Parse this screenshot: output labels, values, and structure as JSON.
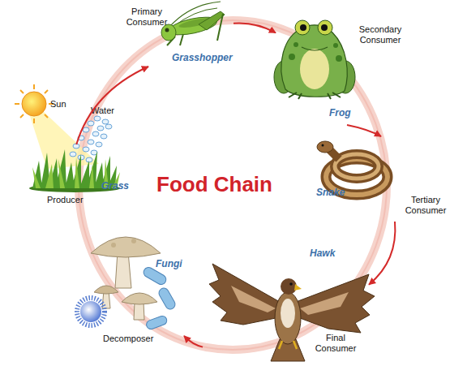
{
  "diagram": {
    "title": "Food Chain",
    "nodes": [
      {
        "text": [
          "Producer",
          "Grass"
        ]
      },
      {
        "text": [
          "Primary Consumer",
          "Grasshopper"
        ]
      },
      {
        "text": [
          "Secondary Consumer",
          "Frog"
        ]
      },
      {
        "text": [
          "Snake",
          "Tertiary Consumer"
        ]
      },
      {
        "text": [
          "Hawk",
          "Final Consumer"
        ]
      },
      {
        "text": [
          "Fungi",
          "Decomposer"
        ]
      }
    ],
    "edges": [
      {
        "from": 0,
        "to": 1,
        "arrow": "to"
      },
      {
        "from": 1,
        "to": 2,
        "arrow": "to"
      },
      {
        "from": 2,
        "to": 3,
        "arrow": "to"
      },
      {
        "from": 3,
        "to": 4,
        "arrow": "to"
      },
      {
        "from": 4,
        "to": 5,
        "arrow": "to"
      }
    ],
    "labels": [
      "Sun",
      "Water"
    ]
  }
}
